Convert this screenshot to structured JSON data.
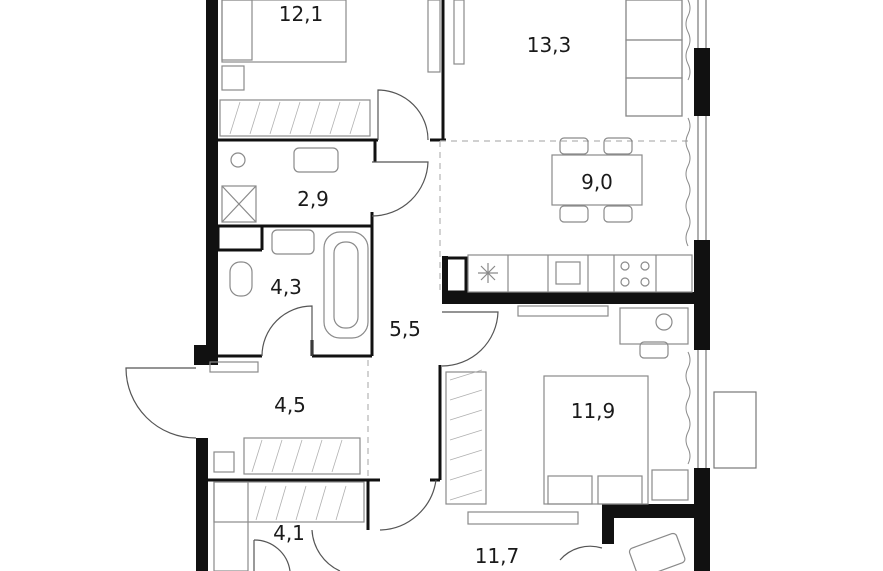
{
  "rooms": [
    {
      "id": "bedroom-top",
      "area": "12,1"
    },
    {
      "id": "living",
      "area": "13,3"
    },
    {
      "id": "kitchen-dining",
      "area": "9,0"
    },
    {
      "id": "bathroom-small",
      "area": "2,9"
    },
    {
      "id": "bathroom",
      "area": "4,3"
    },
    {
      "id": "hallway",
      "area": "5,5"
    },
    {
      "id": "entry",
      "area": "4,5"
    },
    {
      "id": "bedroom-right",
      "area": "11,9"
    },
    {
      "id": "storage",
      "area": "4,1"
    },
    {
      "id": "bedroom-bottom",
      "area": "11,7"
    }
  ],
  "colors": {
    "wall": "#111111",
    "line": "#8a8a8a",
    "dash": "#b5b5b5",
    "fill": "#ffffff"
  }
}
